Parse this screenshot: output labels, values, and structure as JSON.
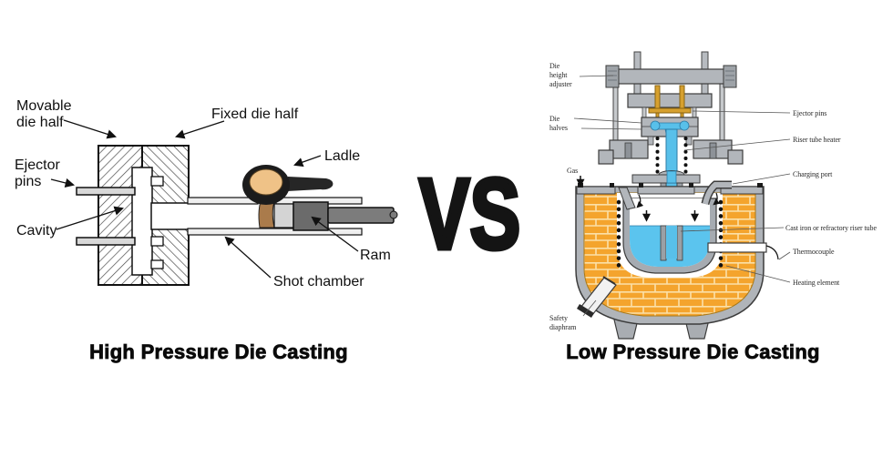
{
  "comparison": {
    "vs_label": "VS",
    "left": {
      "caption": "High Pressure Die Casting",
      "labels": {
        "movable_die_half": [
          "Movable",
          "die half"
        ],
        "fixed_die_half": "Fixed die half",
        "ejector_pins": [
          "Ejector",
          "pins"
        ],
        "cavity": "Cavity",
        "ladle": "Ladle",
        "ram": "Ram",
        "shot_chamber": "Shot chamber"
      }
    },
    "right": {
      "caption": "Low Pressure Die Casting",
      "labels": {
        "die_height_adjuster": [
          "Die",
          "height",
          "adjuster"
        ],
        "die_halves": [
          "Die",
          "halves"
        ],
        "gas": "Gas",
        "ejector_pins": "Ejector pins",
        "riser_tube_heater": "Riser tube heater",
        "charging_port": "Charging port",
        "cast_iron_riser_tube": "Cast iron or refractory riser tube",
        "thermocouple": "Thermocouple",
        "heating_element": "Heating element",
        "safety_diaphragm": [
          "Safety",
          "diaphram"
        ]
      }
    },
    "colors": {
      "molten_metal_ladle": "#efc287",
      "pour_stream": "#aa7b4b",
      "molten_metal_furnace": "#5bc4ee",
      "firebrick": "#f4a42d",
      "machine_gray": "#b2b6bb",
      "gold_pins": "#d6a02f"
    }
  }
}
